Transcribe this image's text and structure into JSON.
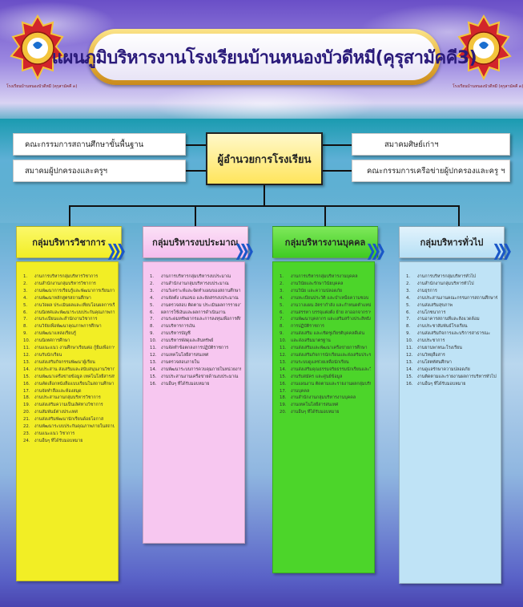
{
  "title": "แผนภูมิบริหารงานโรงเรียนบ้านหนองบัวดีหมี(คุรุสามัคคี3)",
  "emblem_caption": "โรงเรียนบ้านหนองบัวดีหมี (คุรุสามัคคี ๓)",
  "top_boxes": {
    "left_1": "คณะกรรมการสถานศึกษาขั้นพื้นฐาน",
    "left_2": "สมาคมผู้ปกครองและครูฯ",
    "right_1": "สมาคมศิษย์เก่าฯ",
    "right_2": "คณะกรรมการเครือข่ายผู้ปกครองและครู ฯ",
    "director": "ผู้อำนวยการโรงเรียน"
  },
  "colors": {
    "academic": "#f2ee25",
    "budget": "#f7c7f0",
    "personnel": "#4cd52a",
    "general": "#bfe3f6"
  },
  "groups": [
    {
      "title": "กลุ่มบริหารวิชาการ",
      "items": [
        "งานการบริหารกลุ่มบริหารวิชาการ",
        "งานสำนักงานกลุ่มบริหารวิชาการ",
        "งานพัฒนาการเรียนรู้และพัฒนาการเรียนการสอน",
        "งานพัฒนาหลักสูตรสถานศึกษา",
        "งานวัดผล ประเมินผลและเทียบโอนผลการเรียน",
        "งานนิเทศและพัฒนาระบบประกันคุณภาพการศึกษา",
        "งานระเบียนและสำนักงานวิชาการ",
        "งานวิจัยเพื่อพัฒนาคุณภาพการศึกษา",
        "งานพัฒนาแหล่งเรียนรู้",
        "งานนิเทศการศึกษา",
        "งานแนะแนว งานศึกษาเรียนต่อ กู้ยืมเพื่อการศึกษา",
        "งานรับนักเรียน",
        "งานส่งเสริมกิจกรรมพัฒนาผู้เรียน",
        "งานประสาน ส่งเสริมและสนับสนุนงานวิชาการ",
        "งานพัฒนาเครือข่ายข้อมูล เทคโนโลยีสารสนเทศ",
        "งานคัดเลือกหนังสือแบบเรียนในสถานศึกษา",
        "งานจัดทำสื่อและห้องสมุด",
        "งานประสานงานกลุ่มบริหารวิชาการ",
        "งานส่งเสริมความเป็นเลิศทางวิชาการ",
        "งานสัมพันธ์ต่างประเทศ",
        "งานส่งเสริมพัฒนานักเรียนด้อยโอกาส",
        "งานพัฒนาระบบประกันคุณภาพภายในสถานศึกษา",
        "งานแนะแนว วิชาการ",
        "งานอื่นๆ ที่ได้รับมอบหมาย"
      ]
    },
    {
      "title": "กลุ่มบริหารงบประมาณ",
      "items": [
        "งานการบริหารกลุ่มบริหารงบประมาณ",
        "งานสำนักงานกลุ่มบริหารงบประมาณ",
        "งานวิเคราะห์และจัดทำแผนของสถานศึกษา",
        "งานจัดตั้ง เสนอขอ และจัดสรรงบประมาณ",
        "งานตรวจสอบ ติดตาม ประเมินผลการรายงาน",
        "ผลการใช้เงินและผลการดำเนินงาน",
        "งานระดมทรัพยากรและการลงทุนเพื่อการศึกษา",
        "งานบริหารการเงิน",
        "งานบริหารบัญชี",
        "งานบริหารพัสดุและสินทรัพย์",
        "งานจัดทำข้อตกลงการปฏิบัติราชการ",
        "งานเทคโนโลยีสารสนเทศ",
        "งานตรวจสอบภายใน",
        "งานพัฒนาระบบการควบคุมภายในหน่วยงาน",
        "งานประสานงานเครือข่ายด้านงบประมาณ",
        "งานอื่นๆ ที่ได้รับมอบหมาย"
      ]
    },
    {
      "title": "กลุ่มบริหารงานบุคคล",
      "items": [
        "งานการบริหารกลุ่มบริหารงานบุคคล",
        "งานวินัยและรักษาวินัยบุคคล",
        "งานวินัย และความปลอดภัย",
        "งานทะเบียนประวัติ และบำเหน็จความชอบ",
        "งานวางแผน อัตรากำลัง และกำหนดตำแหน่ง",
        "งานสรรหา บรรจุแต่งตั้ง ย้าย ลาออกจากราชการ",
        "งานพัฒนาบุคลากร และเสริมสร้างประสิทธิภาพ",
        "การปฏิบัติราชการ",
        "งานส่งเสริม และเชิดชูเกียรติบุคคลดีเด่น",
        "และส่งเสริมมาตรฐาน",
        "งานส่งเสริมและพัฒนาเครือข่ายการศึกษา",
        "งานส่งเสริมกิจการนักเรียนและส่งเสริมประชาธิปไตย",
        "งานระบบดูแลช่วยเหลือนักเรียน",
        "งานส่งเสริมคุณธรรมจริยธรรมนักเรียนและวินัยทุกข์",
        "งานรับสมัคร และศูนย์ข้อมูล",
        "งานแผนงาน ติดตามและรายงานผลกลุ่มบริหาร",
        "งานบุคคล",
        "งานสำนักงานกลุ่มบริหารงานบุคคล",
        "งานเทคโนโลยีสารสนเทศ",
        "งานอื่นๆ ที่ได้รับมอบหมาย"
      ]
    },
    {
      "title": "กลุ่มบริหารทั่วไป",
      "items": [
        "งานการบริหารกลุ่มบริหารทั่วไป",
        "งานสำนักงานกลุ่มบริหารทั่วไป",
        "งานธุรการ",
        "งานประสานงานคณะกรรมการสถานศึกษาขั้นพื้นฐาน",
        "งานส่งเสริมสุขภาพ",
        "งานโภชนาการ",
        "งานอาคารสถานที่และสิ่งแวดล้อม",
        "งานประชาสัมพันธ์โรงเรียน",
        "งานส่งเสริมกิจการและบริการสาธารณะ",
        "งานประชาการ",
        "งานยานพาหนะโรงเรียน",
        "งานวิทยุสื่อสาร",
        "งานโสตทัศนศึกษา",
        "งานดูแลรักษาความปลอดภัย",
        "งานติดตามและรายงานผลการบริหารทั่วไป",
        "งานอื่นๆ ที่ได้รับมอบหมาย"
      ]
    }
  ]
}
